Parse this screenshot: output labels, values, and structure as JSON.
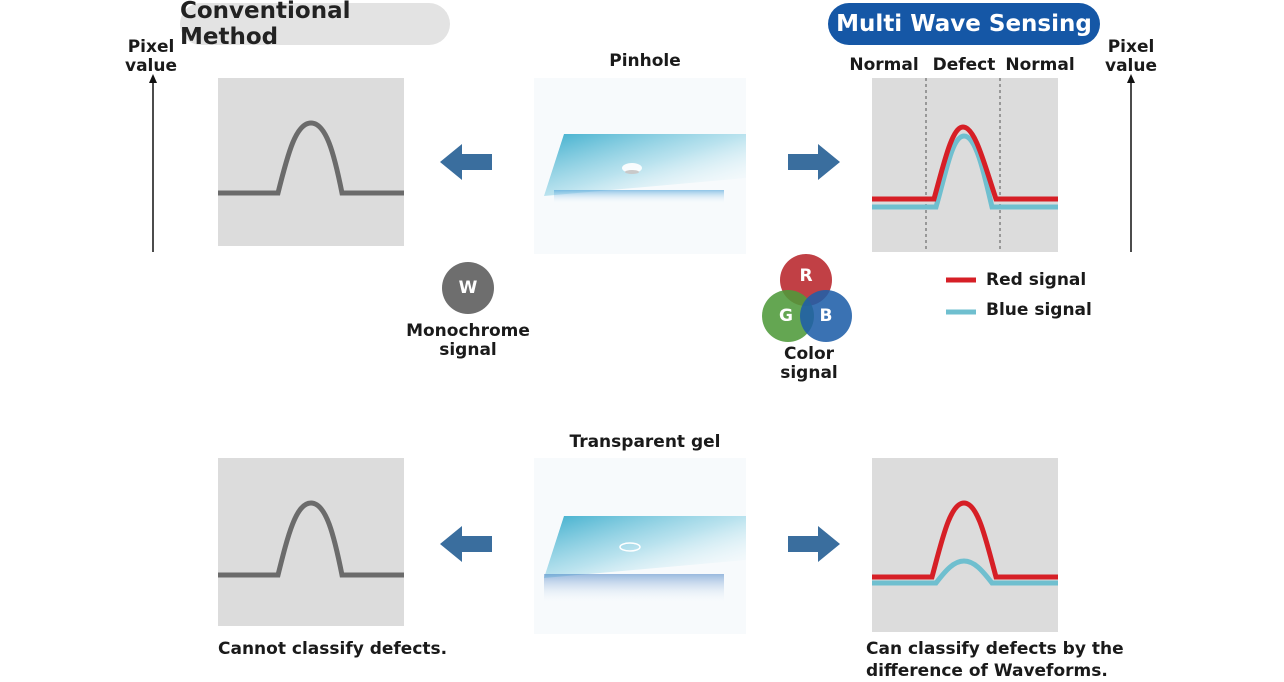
{
  "header": {
    "left_title": "Conventional Method",
    "right_title": "Multi Wave Sensing"
  },
  "axes": {
    "left_label_line1": "Pixel",
    "left_label_line2": "value",
    "right_label_line1": "Pixel",
    "right_label_line2": "value"
  },
  "regions": {
    "normal_left": "Normal",
    "defect": "Defect",
    "normal_right": "Normal"
  },
  "samples": {
    "pinhole": "Pinhole",
    "transparent_gel": "Transparent gel"
  },
  "mono": {
    "letter": "W",
    "caption_line1": "Monochrome",
    "caption_line2": "signal"
  },
  "color": {
    "r": "R",
    "g": "G",
    "b": "B",
    "caption_line1": "Color",
    "caption_line2": "signal"
  },
  "legend": {
    "red": "Red signal",
    "blue": "Blue signal"
  },
  "notes": {
    "left": "Cannot classify defects.",
    "right_line1": "Can classify defects by the",
    "right_line2": "difference of Waveforms."
  },
  "colors": {
    "red_signal": "#d61f26",
    "blue_signal": "#6fbfcf",
    "mono_signal": "#6b6b6b",
    "arrow": "#3a6e9e",
    "accent": "#1557a6"
  }
}
